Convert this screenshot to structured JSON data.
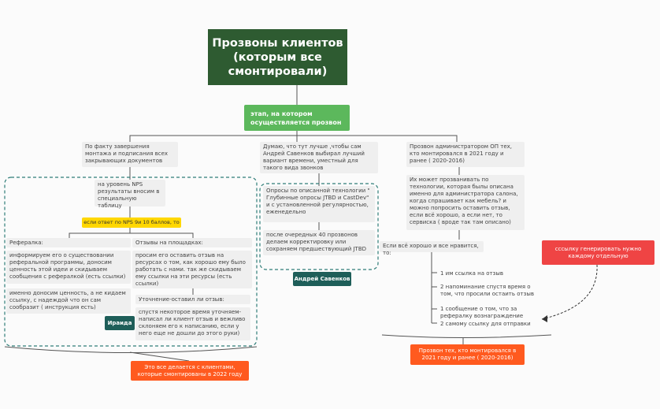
{
  "title": "Прозвоны клиентов (которым все смонтировали)",
  "stage": "этап, на котором осуществляется прозвон",
  "branch_left": "По факту завершения монтажа и подписания всех закрывающих документов",
  "branch_mid": "Думаю, что тут лучше ,чтобы сам Андрей Савенков выбирал лучший вариант времени, уместный для такого вида звонков",
  "branch_right": "Прозвон администратором ОП тех, кто монтировался в 2021 году и ранее ( 2020-2016)",
  "nps_table": "на уровень NPS результаты вносим в специальную таблицу",
  "nps_condition": "если ответ по NPS 9и 10 баллов, то",
  "referral_title": "Рефералка:",
  "referral_body": "информируем его о существовании реферальной программы, доносим ценность этой идеи и скидываем сообщения с рефералкой (есть ссылки)",
  "referral_extra": "именно доносим ценность, а не кидаем ссылку, с надеждой что он сам сообразит ( инструкция есть)",
  "reviews_title": "Отзывы на площадках:",
  "reviews_body": "просим его оставить отзыв на ресурсах о том, как хорошо ему было работать с нами. так же скидываем ему ссылки на эти ресурсы (есть ссылки)",
  "clarify_title": "Уточнение-оставил ли отзыв:",
  "clarify_body": "спустя некоторое время уточняем- написал ли клиент отзыв и вежливо склоняем его к написанию, если у него еще не дошли до этого руки)",
  "owner_left": "Ираида",
  "mid_survey": "Опросы по описанной технологии \" Глубинные опросы JTBD и CastDev\" и с установленной регулярностью, еженедельно",
  "mid_after": "после очередных 40 прозвонов делаем корректировку или сохраняем предшествующий JTBD",
  "owner_mid": "Андрей Савенков",
  "right_call": "Их может прозванивать по технологии, которая былы описана именно для администратора салона, когда спрашивает как мебель? и можно попросить оставить отзыв, если всё хорошо, а если нет, то сервиска ( вроде так там описано)",
  "right_ok": "Если всё хорошо и все нравится, то:",
  "step1": "1 им ссылка на отзыв",
  "step2": "2 напоминание спустя время о том, что просили остаить отзыв",
  "step3": "1 сообщение о том, что за рефералку вознаграждение",
  "step4": "2 самому ссылку для отправки",
  "link_note": "сссылку генерировать нужно каждому отдельную",
  "summary_left": "Это все делается с клиентами, которые смонтированы в 2022 году",
  "summary_right": "Прозвон тех, кто монтировался в 2021 году и ранее ( 2020-2016)"
}
